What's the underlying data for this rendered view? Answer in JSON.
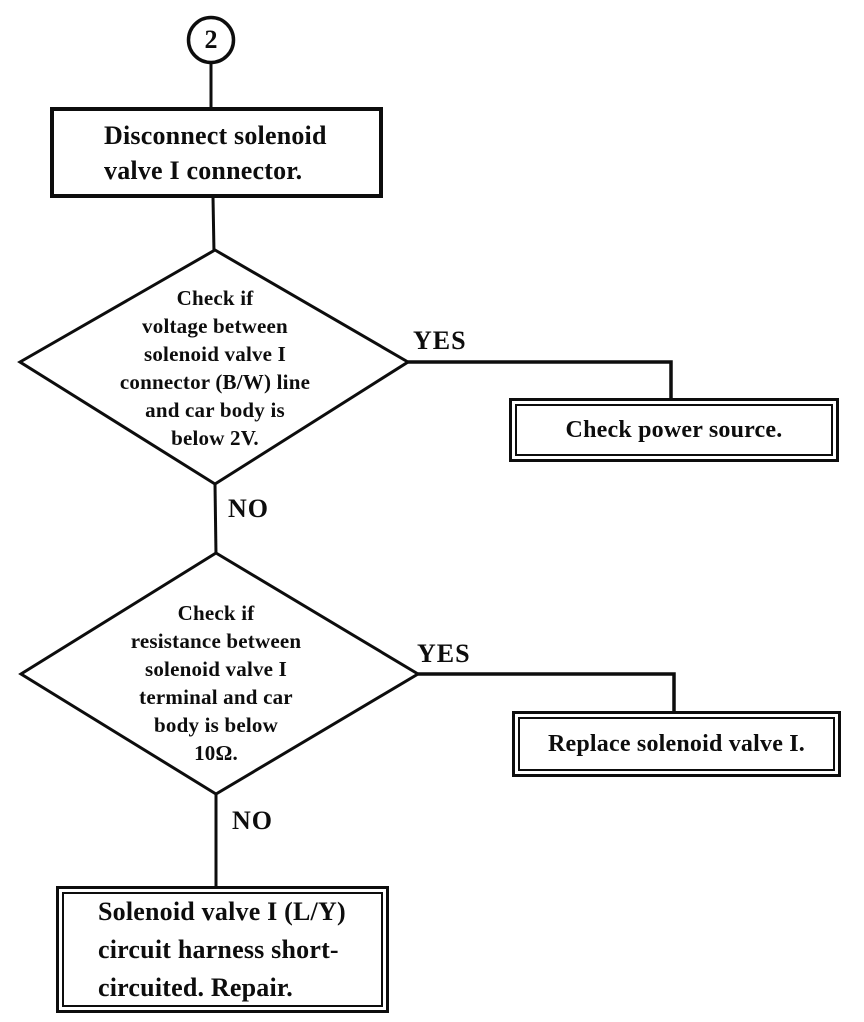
{
  "ink": "#0d0d0d",
  "background": "#ffffff",
  "flow": {
    "connector": "2",
    "step1": "Disconnect solenoid\nvalve I connector.",
    "decision1": "Check if\nvoltage between\nsolenoid valve I\nconnector (B/W) line\nand car body is\nbelow 2V.",
    "decision1_yes": "YES",
    "decision1_no": "NO",
    "result1": "Check power source.",
    "decision2": "Check if\nresistance between\nsolenoid valve I\nterminal and car\nbody is below\n10Ω.",
    "decision2_yes": "YES",
    "decision2_no": "NO",
    "result2": "Replace solenoid valve I.",
    "result3": "Solenoid valve I (L/Y)\ncircuit harness short-\ncircuited.  Repair."
  }
}
